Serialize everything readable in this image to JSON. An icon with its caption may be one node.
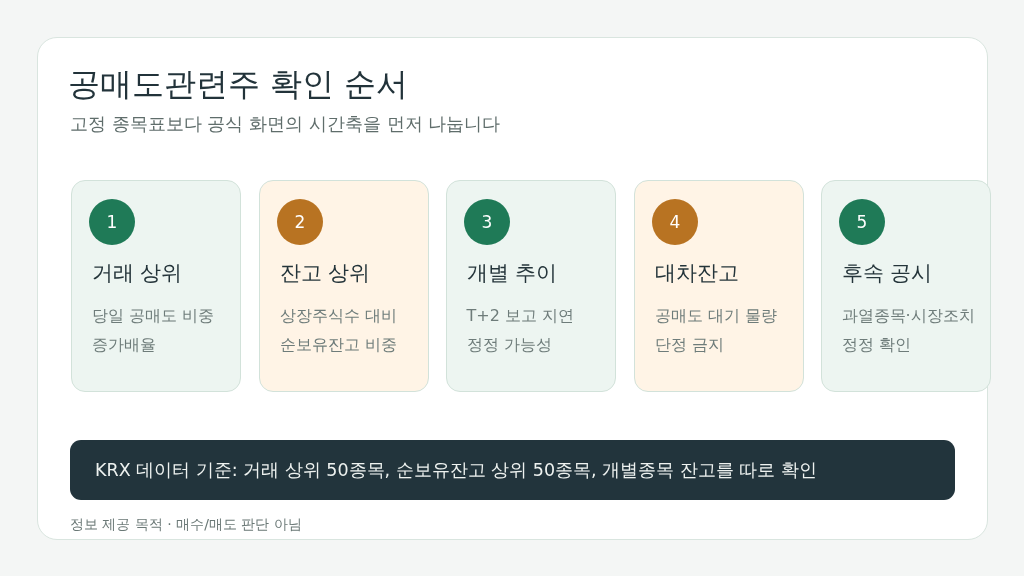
{
  "diagram": {
    "title": "공매도관련주 확인 순서",
    "nodes": [
      {
        "text": [
          "거래 상위",
          "당일 공매도 비중 증가배율"
        ]
      },
      {
        "text": [
          "1"
        ],
        "in": 0
      },
      {
        "text": [
          "잔고 상위",
          "상장주식수 대비 순보유잔고 비중"
        ]
      },
      {
        "text": [
          "2"
        ],
        "in": 2
      },
      {
        "text": [
          "개별 추이",
          "T+2 보고 지연 정정 가능성"
        ]
      },
      {
        "text": [
          "3"
        ],
        "in": 4
      },
      {
        "text": [
          "대차잔고",
          "공매도 대기 물량 단정 금지"
        ]
      },
      {
        "text": [
          "4"
        ],
        "in": 6
      },
      {
        "text": [
          "후속 공시",
          "과열종목·시장조치 정정 확인"
        ]
      },
      {
        "text": [
          "5"
        ],
        "in": 8
      },
      {
        "text": [
          "KRX 데이터 기준: 거래 상위 50종목, 순보유잔고 상위 50종목, 개별종목 잔고를 따로 확인"
        ]
      }
    ],
    "labels": [
      "고정 종목표보다 공식 화면의 시간축을 먼저 나눕니다",
      "정보 제공 목적 · 매수/매도 판단 아님"
    ]
  }
}
